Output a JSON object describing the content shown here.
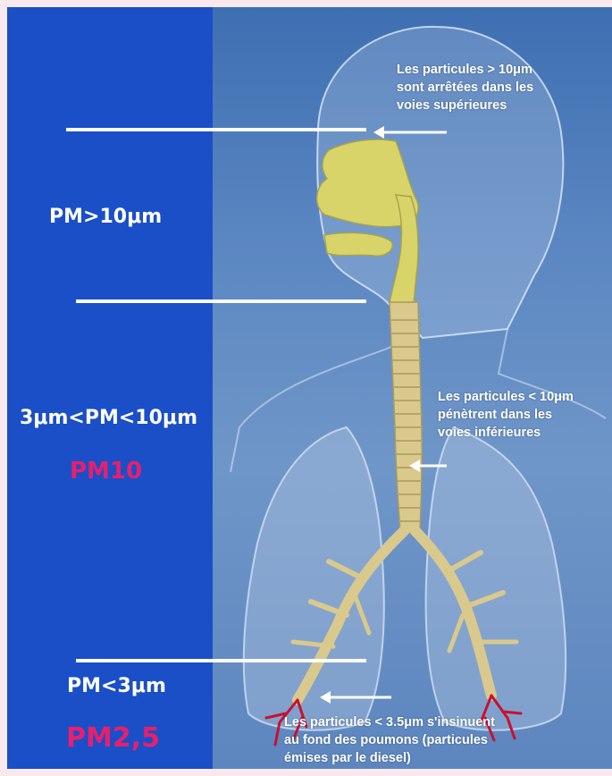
{
  "left_panel": {
    "label_upper": "PM>10μm",
    "label_middle": "3μm<PM<10μm",
    "label_middle_class": "PM10",
    "label_lower": "PM<3μm",
    "label_lower_class": "PM2,5"
  },
  "captions": {
    "upper": [
      "Les particules > 10μm",
      "sont arrêtées dans les",
      "voies supérieures"
    ],
    "middle": [
      "Les particules < 10μm",
      "pénètrent dans les",
      "voies inférieures"
    ],
    "lower": [
      "Les particules < 3.5μm s'insinuent",
      "au fond des poumons (particules",
      "émises par le diesel)"
    ]
  },
  "colors": {
    "panel_blue": "#1a4fc7",
    "page_pink": "#f9e9ee",
    "pm_class_pink": "#e6206e",
    "airway_yellow": "#d9d46a",
    "alveoli_red": "#c8102e"
  }
}
